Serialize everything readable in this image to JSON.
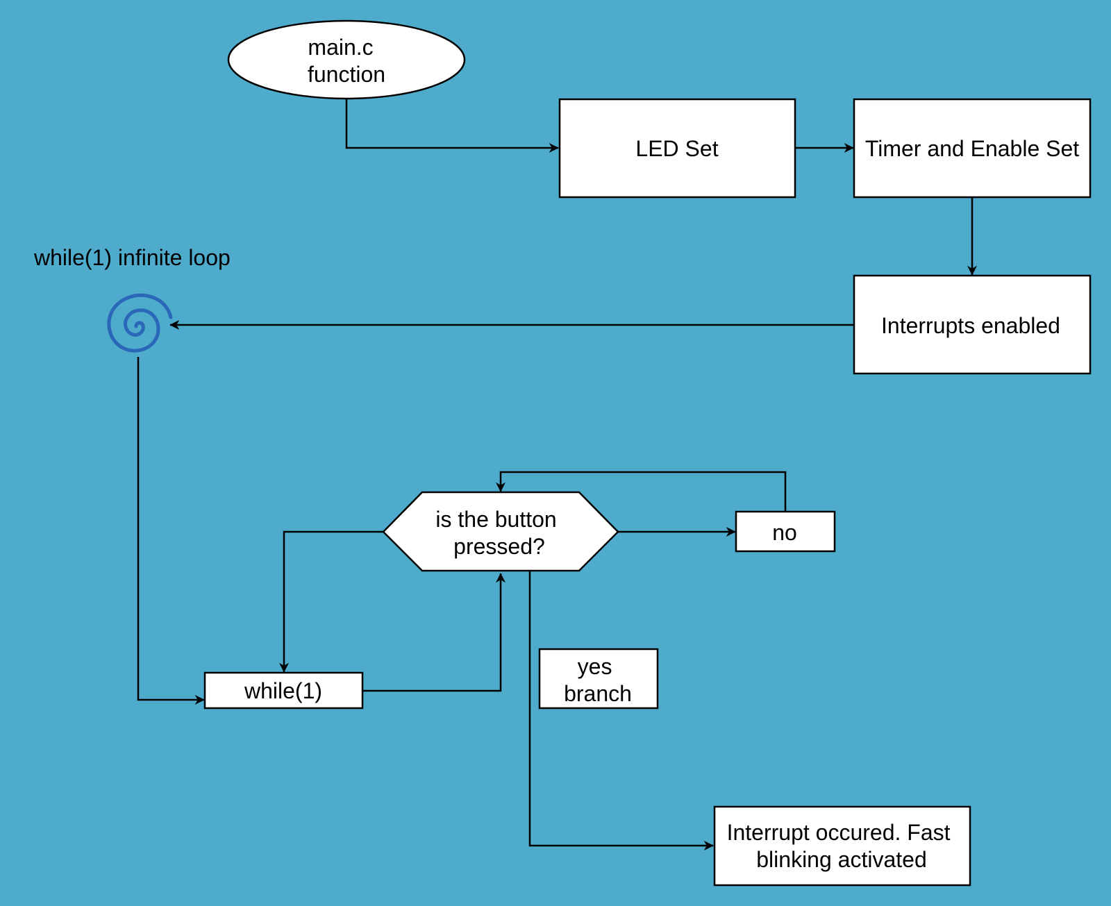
{
  "diagram": {
    "background_color": "#4eabcb",
    "node_fill": "#ffffff",
    "stroke_color": "#000000",
    "spiral_color": "#2b67b8",
    "nodes": {
      "main_function": {
        "shape": "ellipse",
        "lines": [
          "main.c",
          "function"
        ]
      },
      "led_set": {
        "shape": "rectangle",
        "lines": [
          "LED Set"
        ]
      },
      "timer_enable_set": {
        "shape": "rectangle",
        "lines": [
          "Timer and Enable Set"
        ]
      },
      "interrupts_enabled": {
        "shape": "rectangle",
        "lines": [
          "Interrupts enabled"
        ]
      },
      "infinite_loop": {
        "shape": "spiral-icon",
        "label": "while(1) infinite loop"
      },
      "while_loop": {
        "shape": "rectangle",
        "lines": [
          "while(1)"
        ]
      },
      "button_decision": {
        "shape": "hexagon",
        "lines": [
          "is the button",
          "pressed?"
        ]
      },
      "no_branch": {
        "shape": "rectangle",
        "lines": [
          "no"
        ]
      },
      "yes_branch": {
        "shape": "rectangle",
        "lines": [
          "yes",
          "branch"
        ]
      },
      "interrupt_occurred": {
        "shape": "rectangle",
        "lines": [
          "Interrupt occured. Fast",
          "blinking activated"
        ]
      }
    },
    "edges": [
      {
        "from": "main_function",
        "to": "led_set"
      },
      {
        "from": "led_set",
        "to": "timer_enable_set"
      },
      {
        "from": "timer_enable_set",
        "to": "interrupts_enabled"
      },
      {
        "from": "interrupts_enabled",
        "to": "infinite_loop"
      },
      {
        "from": "infinite_loop",
        "to": "while_loop"
      },
      {
        "from": "while_loop",
        "to": "button_decision"
      },
      {
        "from": "button_decision",
        "to": "while_loop"
      },
      {
        "from": "button_decision",
        "to": "no_branch"
      },
      {
        "from": "no_branch",
        "to": "button_decision"
      },
      {
        "from": "button_decision",
        "to": "interrupt_occurred"
      }
    ]
  }
}
